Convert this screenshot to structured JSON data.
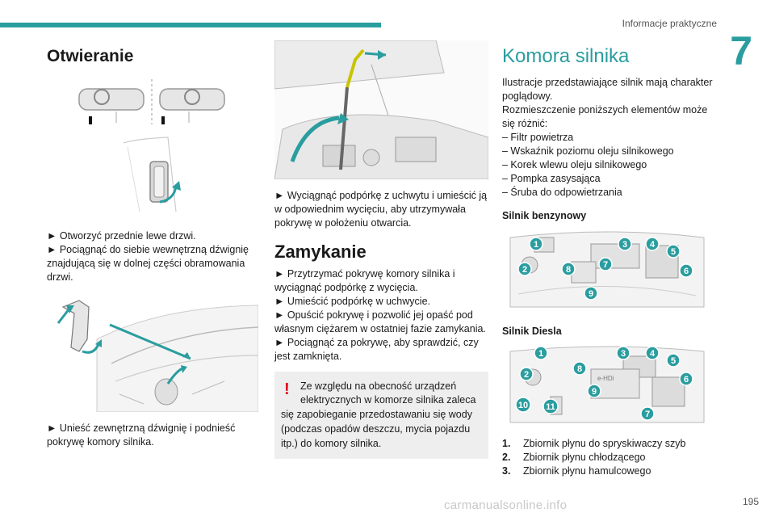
{
  "header": {
    "title": "Informacje praktyczne",
    "chapter": "7"
  },
  "col1": {
    "heading": "Otwieranie",
    "step1": "► Otworzyć przednie lewe drzwi.",
    "step2": "► Pociągnąć do siebie wewnętrzną dźwignię znajdującą się w dolnej części obramowania drzwi.",
    "step3": "► Unieść zewnętrzną dźwignię i podnieść pokrywę komory silnika."
  },
  "col2": {
    "step1": "► Wyciągnąć podpórkę z uchwytu i umieścić ją w odpowiednim wycięciu, aby utrzymywała pokrywę w położeniu otwarcia.",
    "heading": "Zamykanie",
    "z1": "► Przytrzymać pokrywę komory silnika i wyciągnąć podpórkę z wycięcia.",
    "z2": "► Umieścić podpórkę w uchwycie.",
    "z3": "► Opuścić pokrywę i pozwolić jej opaść pod własnym ciężarem w ostatniej fazie zamykania.",
    "z4": "► Pociągnąć za pokrywę, aby sprawdzić, czy jest zamknięta.",
    "warning_icon": "!",
    "warning_line1": "Ze względu na obecność urządzeń elektrycznych w komorze silnika zaleca",
    "warning_rest": "się zapobieganie przedostawaniu się wody (podczas opadów deszczu, mycia pojazdu itp.) do komory silnika."
  },
  "col3": {
    "heading": "Komora silnika",
    "intro1": "Ilustracje przedstawiające silnik mają charakter poglądowy.",
    "intro2": "Rozmieszczenie poniższych elementów może się różnić:",
    "items": [
      "– Filtr powietrza",
      "– Wskaźnik poziomu oleju silnikowego",
      "– Korek wlewu oleju silnikowego",
      "– Pompka zasysająca",
      "– Śruba do odpowietrzania"
    ],
    "benz_heading": "Silnik benzynowy",
    "diesel_heading": "Silnik Diesla",
    "diesel_badge": "e-HDi",
    "numbered": [
      {
        "num": "1.",
        "text": "Zbiornik płynu do spryskiwaczy szyb"
      },
      {
        "num": "2.",
        "text": "Zbiornik płynu chłodzącego"
      },
      {
        "num": "3.",
        "text": "Zbiornik płynu hamulcowego"
      }
    ],
    "benz_callouts": [
      "1",
      "2",
      "3",
      "4",
      "5",
      "6",
      "7",
      "8",
      "9"
    ],
    "diesel_callouts": [
      "1",
      "2",
      "3",
      "4",
      "5",
      "6",
      "7",
      "8",
      "9",
      "10",
      "11"
    ]
  },
  "footer": {
    "page": "195",
    "watermark": "carmanualsonline.info"
  },
  "colors": {
    "accent": "#2a9d9f",
    "warning": "#e2001a",
    "box": "#eeeeee"
  }
}
